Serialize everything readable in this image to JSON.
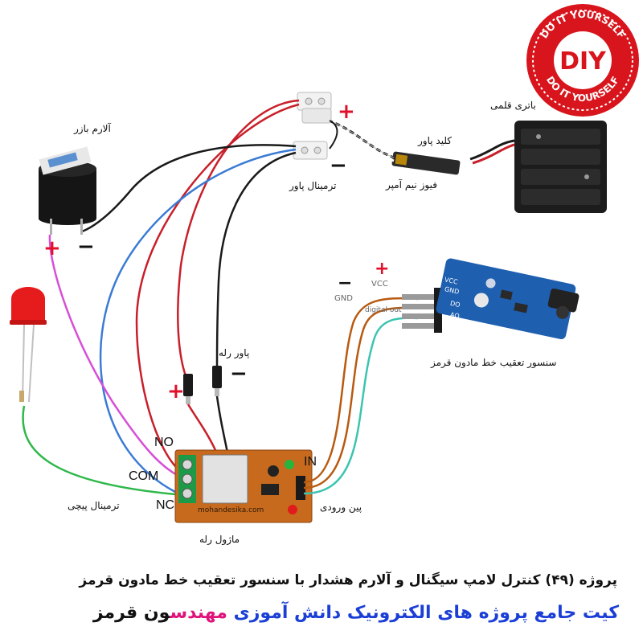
{
  "badge": {
    "top_text": "DO IT YOURSELF",
    "center_text": "DIY",
    "bottom_text": "DO IT YOURSELF",
    "colors": {
      "red": "#d8141c",
      "white": "#ffffff"
    }
  },
  "components": {
    "buzzer": {
      "label": "آلارم بازر",
      "plus": "+",
      "minus": "−"
    },
    "battery": {
      "label": "باتری قلمی"
    },
    "power_switch": {
      "label": "کلید پاور"
    },
    "fuse": {
      "label": "فیوز نیم آمپر"
    },
    "power_terminal": {
      "label": "ترمینال پاور",
      "plus": "+",
      "minus": "−"
    },
    "relay_power": {
      "label": "پاور رله",
      "plus": "+",
      "minus": "−"
    },
    "relay_module": {
      "label": "ماژول رله",
      "pcb_text": "mohandesika.com",
      "no": "NO",
      "com": "COM",
      "nc": "NC",
      "in": "IN"
    },
    "screw_terminal": {
      "label": "ترمینال پیچی"
    },
    "input_pin": {
      "label": "پین ورودی"
    },
    "sensor": {
      "label": "سنسور تعقیب خط مادون قرمز",
      "pins": [
        "VCC",
        "GND",
        "DO",
        "AO"
      ],
      "wire_vcc": "VCC",
      "wire_gnd": "GND",
      "wire_digital": "digital out",
      "plus": "+",
      "minus": "−"
    }
  },
  "footer": {
    "line1": "پروژه (۴۹) کنترل لامپ سیگنال و آلارم هشدار با سنسور تعقیب خط مادون قرمز",
    "line2_part1": "کیت جامع پروژه های الکترونیک دانش آموزی ",
    "line2_part2": "مهندس",
    "line2_part3": "ون قرمز"
  },
  "wire_colors": {
    "red": "#c8202a",
    "black": "#1a1a1a",
    "blue": "#3a7bd5",
    "magenta": "#d64fd6",
    "green": "#2fb84a",
    "brown": "#b85a10",
    "teal": "#3cc4b0"
  }
}
